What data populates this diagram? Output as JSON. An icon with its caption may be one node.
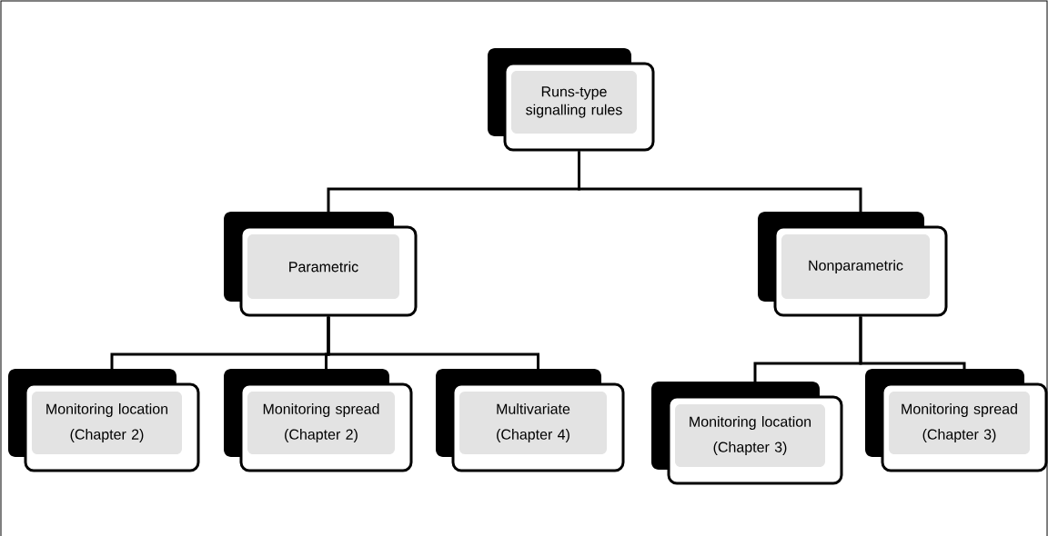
{
  "diagram": {
    "nodes": [
      {
        "text": [
          "Runs-type signalling rules"
        ]
      },
      {
        "text": [
          "Parametric"
        ]
      },
      {
        "text": [
          "Nonparametric"
        ]
      },
      {
        "text": [
          "Monitoring location",
          "(Chapter 2)"
        ]
      },
      {
        "text": [
          "Monitoring spread",
          "(Chapter 2)"
        ]
      },
      {
        "text": [
          "Multivariate",
          "(Chapter 4)"
        ]
      },
      {
        "text": [
          "Monitoring location",
          "(Chapter 3)"
        ]
      },
      {
        "text": [
          "Monitoring spread",
          "(Chapter 3)"
        ]
      }
    ],
    "edges": [
      {
        "from": 0,
        "to": 1,
        "arrow": "none"
      },
      {
        "from": 0,
        "to": 2,
        "arrow": "none"
      },
      {
        "from": 1,
        "to": 3,
        "arrow": "none"
      },
      {
        "from": 1,
        "to": 4,
        "arrow": "none"
      },
      {
        "from": 1,
        "to": 5,
        "arrow": "none"
      },
      {
        "from": 2,
        "to": 6,
        "arrow": "none"
      },
      {
        "from": 2,
        "to": 7,
        "arrow": "none"
      }
    ]
  }
}
